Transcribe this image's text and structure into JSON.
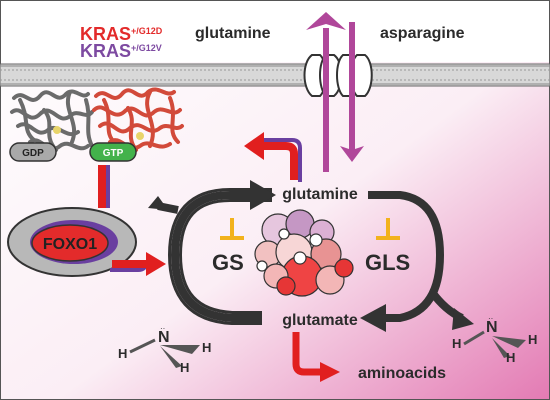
{
  "labels": {
    "kras_g12d_base": "KRAS",
    "kras_g12d_sup": "+/G12D",
    "kras_g12v_base": "KRAS",
    "kras_g12v_sup": "+/G12V",
    "glutamine_out": "glutamine",
    "asparagine": "asparagine",
    "gdp": "GDP",
    "gtp": "GTP",
    "foxo1": "FOXO1",
    "glutamine_center": "glutamine",
    "gs": "GS",
    "gls": "GLS",
    "glutamate": "glutamate",
    "aminoacids": "aminoacids",
    "nh3_left": {
      "n": "N",
      "h1": "H",
      "h2": "H",
      "h3": "H"
    },
    "nh3_right": {
      "n": "N",
      "h1": "H",
      "h2": "H",
      "h3": "H"
    }
  },
  "colors": {
    "kras_g12d": "#e32b2b",
    "kras_g12v": "#7d4aa1",
    "transport_arrow": "#b0479a",
    "red_arrow": "#e11f1f",
    "purple_edge": "#6a3fa0",
    "cycle_arrow": "#333333",
    "inhibitor": "#f2b21c",
    "gdp_fill": "#a9a9a9",
    "gtp_fill": "#43b24b",
    "foxo1_fill": "#e32b2b",
    "foxo1_outer": "#b8b8b8"
  }
}
